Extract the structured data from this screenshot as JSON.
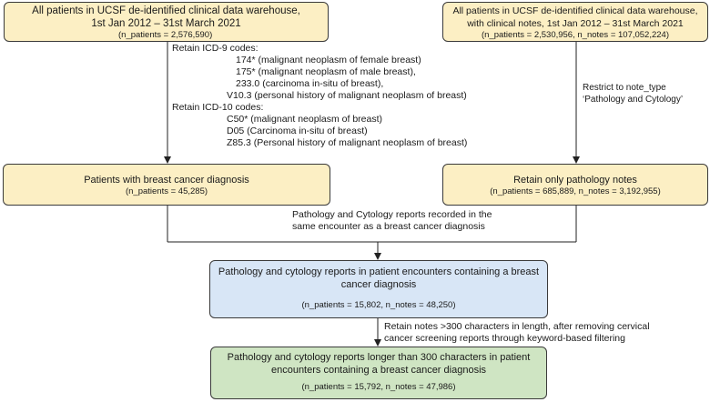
{
  "boxes": {
    "ucsf_all": {
      "line1": "All patients in UCSF de-identified clinical data warehouse,",
      "line2": "1st Jan 2012 –  31st March 2021",
      "count": "(n_patients = 2,576,590)"
    },
    "ucsf_notes": {
      "line1": "All patients in UCSF de-identified clinical data warehouse,",
      "line2": "with clinical notes, 1st Jan 2012 – 31st March 2021",
      "count": "(n_patients = 2,530,956, n_notes = 107,052,224)"
    },
    "breast_cancer": {
      "title": "Patients with breast cancer diagnosis",
      "count": "(n_patients = 45,285)"
    },
    "pathology": {
      "title": "Retain only pathology notes",
      "count": "(n_patients = 685,889, n_notes = 3,192,955)"
    },
    "encounters": {
      "line1": "Pathology and cytology reports in patient encounters containing a breast",
      "line2": "cancer diagnosis",
      "count": "(n_patients = 15,802, n_notes = 48,250)"
    },
    "final": {
      "line1": "Pathology and cytology reports longer than 300 characters in patient",
      "line2": "encounters containing a breast cancer diagnosis",
      "count": "(n_patients = 15,792, n_notes = 47,986)"
    }
  },
  "annotations": {
    "icd": {
      "icd9_header": "Retain ICD-9 codes:",
      "icd9_codes": [
        "174* (malignant neoplasm of female breast)",
        "175* (malignant neoplasm of male breast),",
        "233.0 (carcinoma in-situ of breast),",
        "V10.3 (personal history of malignant neoplasm of breast)"
      ],
      "icd10_header": "Retain ICD-10 codes:",
      "icd10_codes": [
        "C50* (malignant neoplasm of breast)",
        "D05 (Carcinoma in-situ of breast)",
        "Z85.3 (Personal history of malignant neoplasm of breast)"
      ]
    },
    "note_type": {
      "line1": "Restrict to note_type",
      "line2": "‘Pathology and Cytology’"
    },
    "same_encounter": {
      "line1": "Pathology and Cytology reports recorded in the",
      "line2": "same encounter as a breast cancer diagnosis"
    },
    "length_filter": {
      "line1": "Retain notes >300 characters in length, after removing cervical",
      "line2": "cancer screening reports through keyword-based filtering"
    }
  }
}
